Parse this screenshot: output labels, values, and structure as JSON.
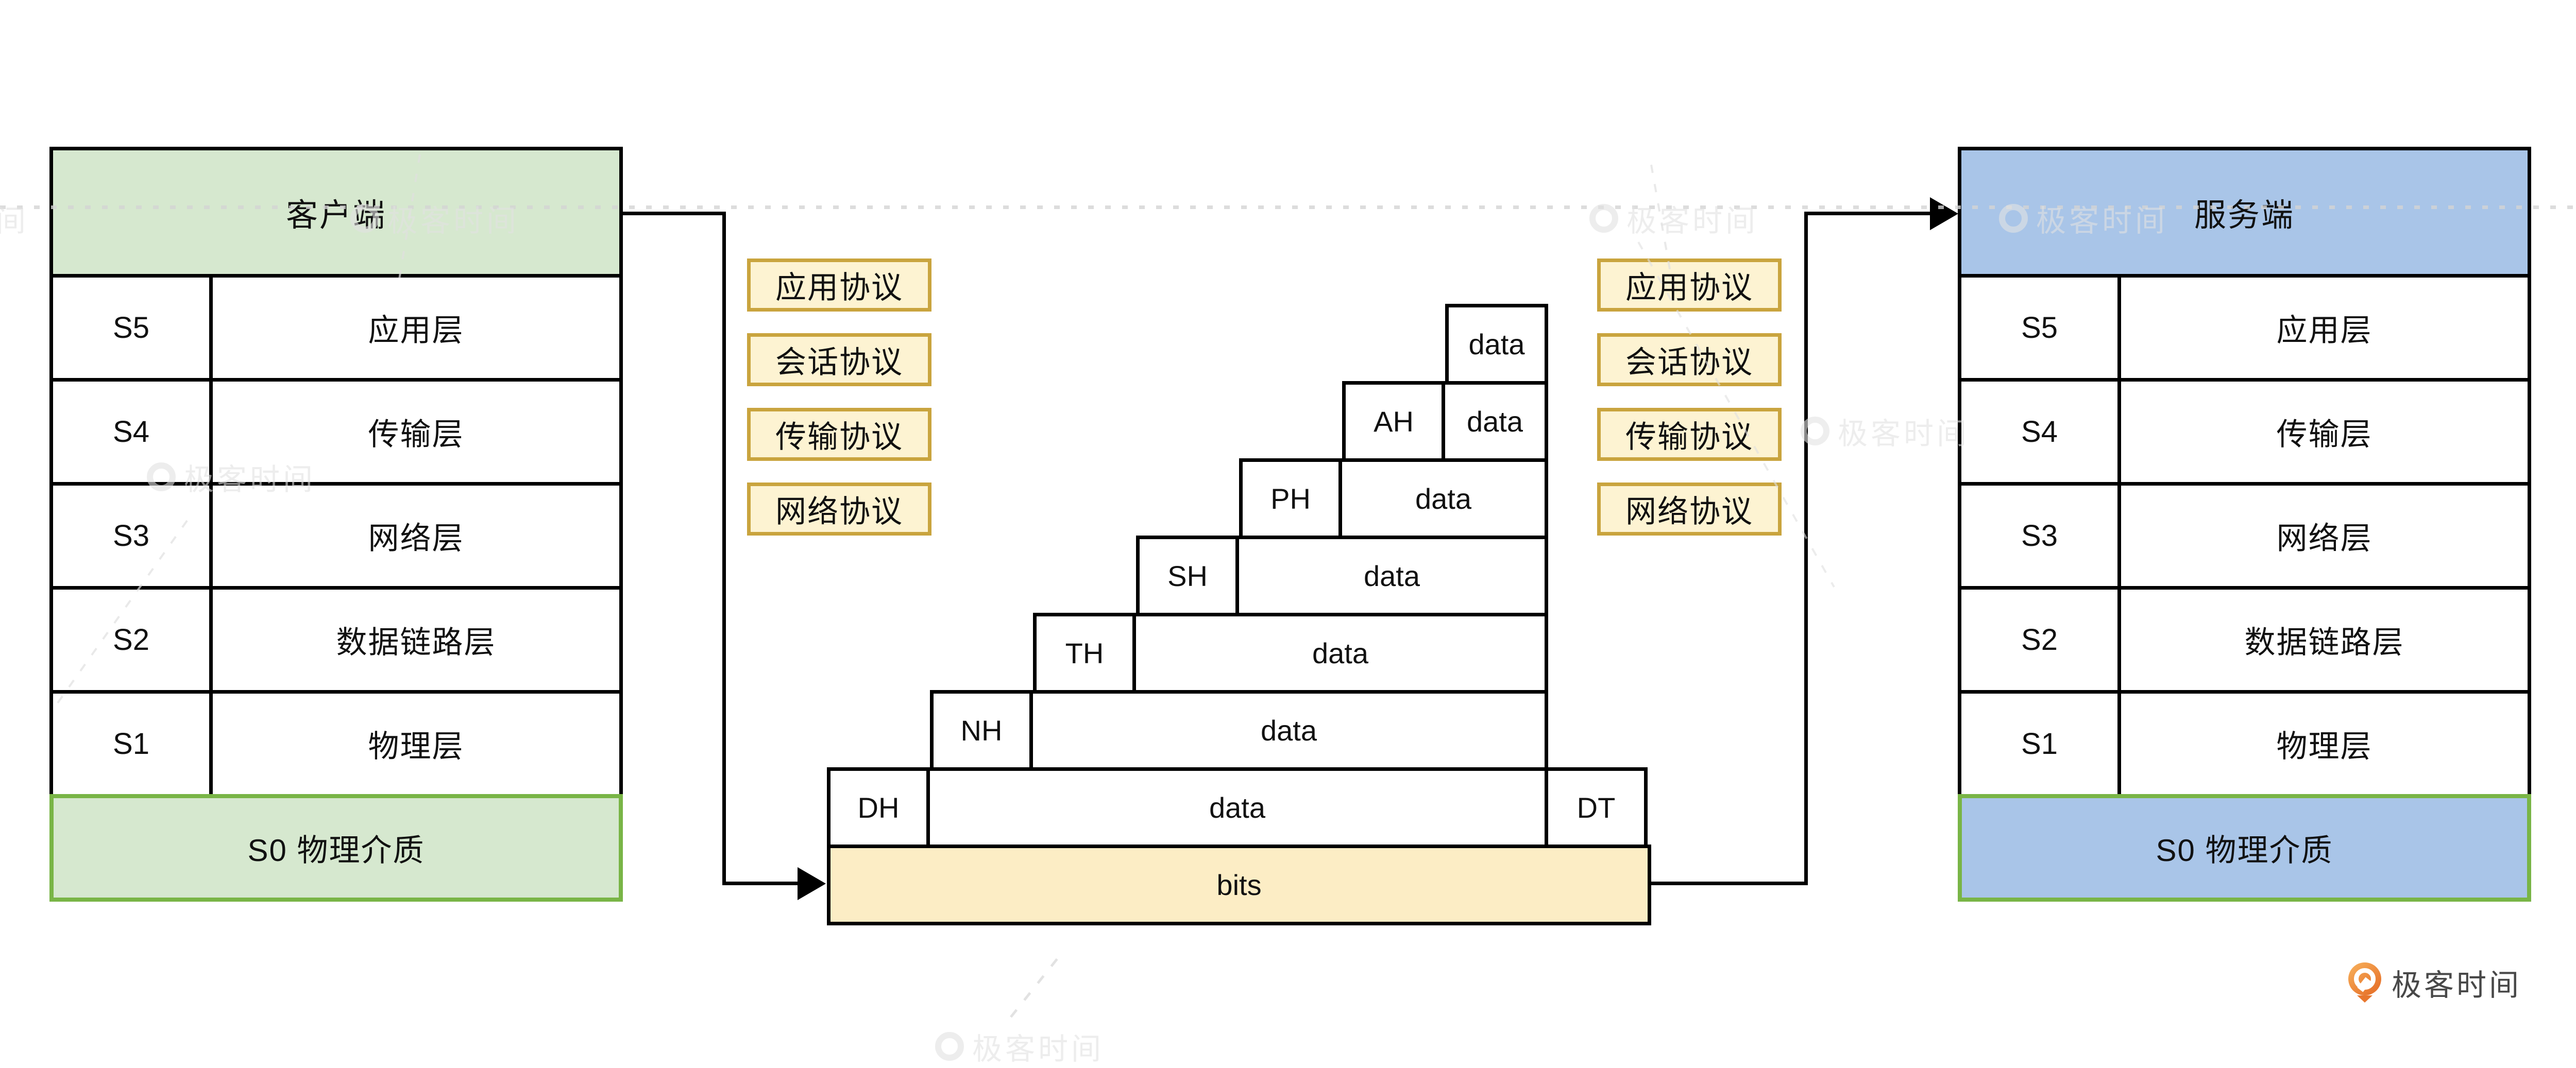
{
  "watermark": {
    "text": "极客时间"
  },
  "brand": {
    "text": "极客时间"
  },
  "client_table": {
    "title": "客户端",
    "rows": [
      {
        "code": "S5",
        "label": "应用层"
      },
      {
        "code": "S4",
        "label": "传输层"
      },
      {
        "code": "S3",
        "label": "网络层"
      },
      {
        "code": "S2",
        "label": "数据链路层"
      },
      {
        "code": "S1",
        "label": "物理层"
      }
    ],
    "footer": "S0 物理介质"
  },
  "server_table": {
    "title": "服务端",
    "rows": [
      {
        "code": "S5",
        "label": "应用层"
      },
      {
        "code": "S4",
        "label": "传输层"
      },
      {
        "code": "S3",
        "label": "网络层"
      },
      {
        "code": "S2",
        "label": "数据链路层"
      },
      {
        "code": "S1",
        "label": "物理层"
      }
    ],
    "footer": "S0 物理介质"
  },
  "protocols": [
    "应用协议",
    "会话协议",
    "传输协议",
    "网络协议"
  ],
  "stack": {
    "rows": [
      {
        "data": "data"
      },
      {
        "header": "AH",
        "data": "data"
      },
      {
        "header": "PH",
        "data": "data"
      },
      {
        "header": "SH",
        "data": "data"
      },
      {
        "header": "TH",
        "data": "data"
      },
      {
        "header": "NH",
        "data": "data"
      },
      {
        "header": "DH",
        "data": "data",
        "trailer": "DT"
      }
    ],
    "bits_label": "bits"
  },
  "colors": {
    "green_fill": "#d6e8cf",
    "green_border": "#79b546",
    "blue_fill": "#a9c5e8",
    "yellow_fill": "#fdf3d2",
    "yellow_border": "#c9a43e",
    "bits_fill": "#fcedc5",
    "line": "#000000",
    "watermark": "#e2e2e2",
    "brand_orange": "#e8772e",
    "text": "#111111"
  }
}
